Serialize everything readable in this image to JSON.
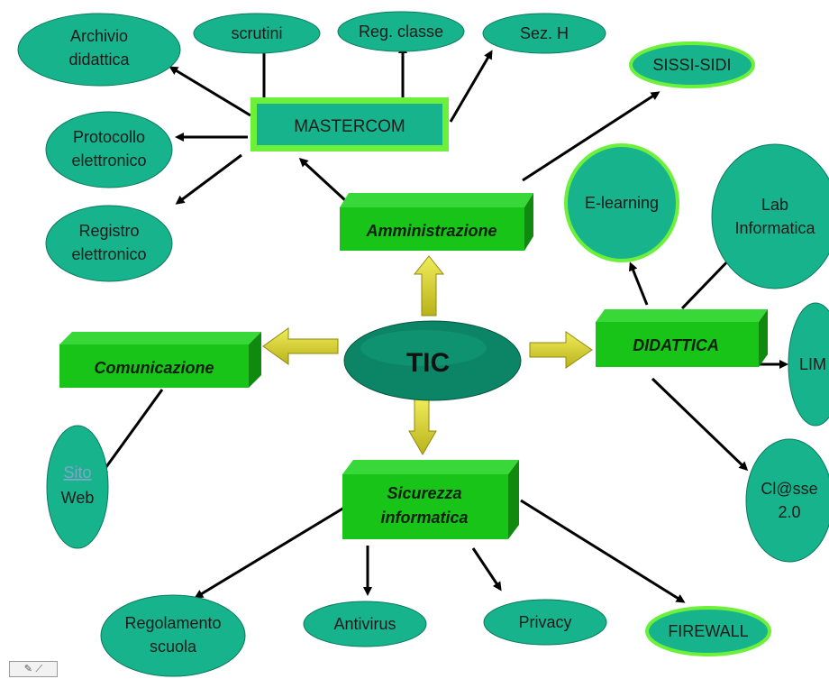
{
  "center": {
    "label": "TIC"
  },
  "main_boxes": {
    "amministrazione": "Amministrazione",
    "comunicazione": "Comunicazione",
    "didattica": "DIDATTICA",
    "sicurezza_line1": "Sicurezza",
    "sicurezza_line2": "informatica"
  },
  "mastercom": {
    "label": "MASTERCOM",
    "children": {
      "archivio_line1": "Archivio",
      "archivio_line2": "didattica",
      "scrutini": "scrutini",
      "reg_classe": "Reg. classe",
      "sez_h": "Sez. H",
      "protocollo_line1": "Protocollo",
      "protocollo_line2": "elettronico",
      "registro_line1": "Registro",
      "registro_line2": "elettronico"
    }
  },
  "amministrazione_children": {
    "sissi": "SISSI-SIDI"
  },
  "didattica_children": {
    "elearning": "E-learning",
    "lab_line1": "Lab",
    "lab_line2": "Informatica",
    "lim": "LIM",
    "classe_line1": "Cl@sse",
    "classe_line2": "2.0"
  },
  "comunicazione_children": {
    "sito_line1": "Sito",
    "sito_line2": "Web"
  },
  "sicurezza_children": {
    "regolamento_line1": "Regolamento",
    "regolamento_line2": "scuola",
    "antivirus": "Antivirus",
    "privacy": "Privacy",
    "firewall": "FIREWALL"
  },
  "colors": {
    "ellipse_fill": "#17b38c",
    "box_front": "#18c418",
    "box_side": "#0f8a0f",
    "highlight_border": "#6cf03a",
    "yellow_arrow": "#d6d22a"
  }
}
